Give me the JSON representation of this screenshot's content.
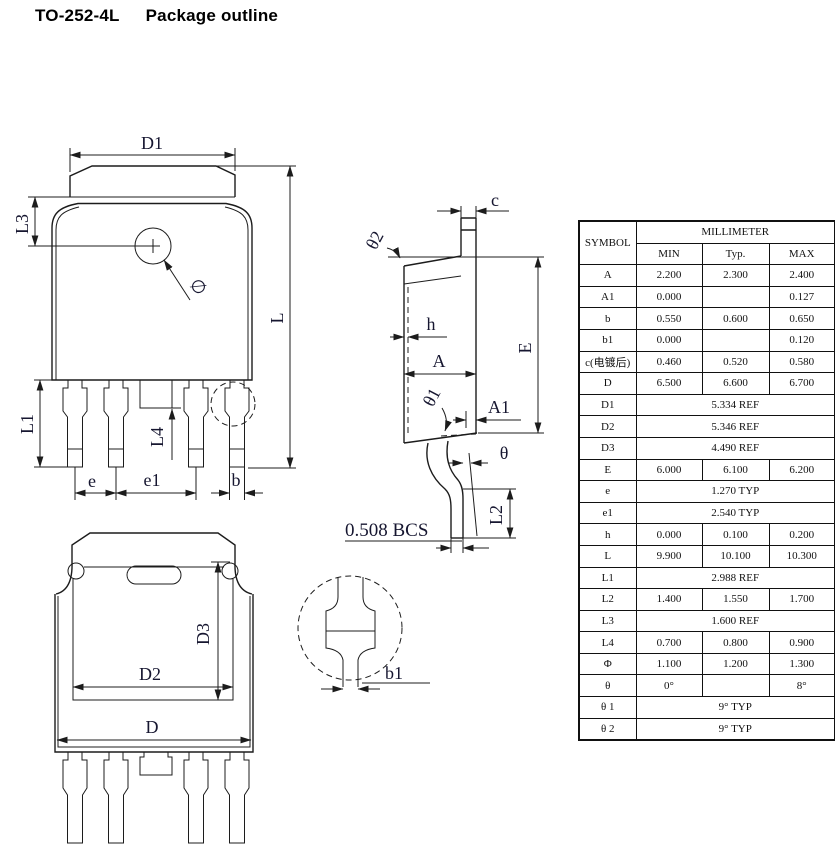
{
  "header": {
    "package": "TO-252-4L",
    "label": "Package outline"
  },
  "labels": {
    "d1": "D1",
    "l3": "L3",
    "phi": "∅",
    "l": "L",
    "l1": "L1",
    "l4": "L4",
    "e": "e",
    "e1": "e1",
    "b": "b",
    "c": "c",
    "theta2": "θ2",
    "h": "h",
    "a": "A",
    "cap_e": "E",
    "theta1": "θ1",
    "a1": "A1",
    "theta": "θ",
    "l2": "L2",
    "bcs": "0.508 BCS",
    "d3": "D3",
    "d2": "D2",
    "d": "D",
    "b1": "b1"
  },
  "table": {
    "headers": {
      "symbol": "SYMBOL",
      "unit": "MILLIMETER",
      "min": "MIN",
      "typ": "Typ.",
      "max": "MAX"
    },
    "rows": [
      {
        "symbol": "A",
        "min": "2.200",
        "typ": "2.300",
        "max": "2.400"
      },
      {
        "symbol": "A1",
        "min": "0.000",
        "typ": "",
        "max": "0.127"
      },
      {
        "symbol": "b",
        "min": "0.550",
        "typ": "0.600",
        "max": "0.650"
      },
      {
        "symbol": "b1",
        "min": "0.000",
        "typ": "",
        "max": "0.120"
      },
      {
        "symbol": "c(电镀后)",
        "min": "0.460",
        "typ": "0.520",
        "max": "0.580"
      },
      {
        "symbol": "D",
        "min": "6.500",
        "typ": "6.600",
        "max": "6.700"
      },
      {
        "symbol": "D1",
        "span": "5.334 REF"
      },
      {
        "symbol": "D2",
        "span": "5.346 REF"
      },
      {
        "symbol": "D3",
        "span": "4.490 REF"
      },
      {
        "symbol": "E",
        "min": "6.000",
        "typ": "6.100",
        "max": "6.200"
      },
      {
        "symbol": "e",
        "span": "1.270 TYP"
      },
      {
        "symbol": "e1",
        "span": "2.540 TYP"
      },
      {
        "symbol": "h",
        "min": "0.000",
        "typ": "0.100",
        "max": "0.200"
      },
      {
        "symbol": "L",
        "min": "9.900",
        "typ": "10.100",
        "max": "10.300"
      },
      {
        "symbol": "L1",
        "span": "2.988 REF"
      },
      {
        "symbol": "L2",
        "min": "1.400",
        "typ": "1.550",
        "max": "1.700"
      },
      {
        "symbol": "L3",
        "span": "1.600 REF"
      },
      {
        "symbol": "L4",
        "min": "0.700",
        "typ": "0.800",
        "max": "0.900"
      },
      {
        "symbol": "Φ",
        "min": "1.100",
        "typ": "1.200",
        "max": "1.300"
      },
      {
        "symbol": "θ",
        "min": "0°",
        "typ": "",
        "max": "8°"
      },
      {
        "symbol": "θ 1",
        "span": "9° TYP"
      },
      {
        "symbol": "θ 2",
        "span": "9° TYP"
      }
    ]
  }
}
